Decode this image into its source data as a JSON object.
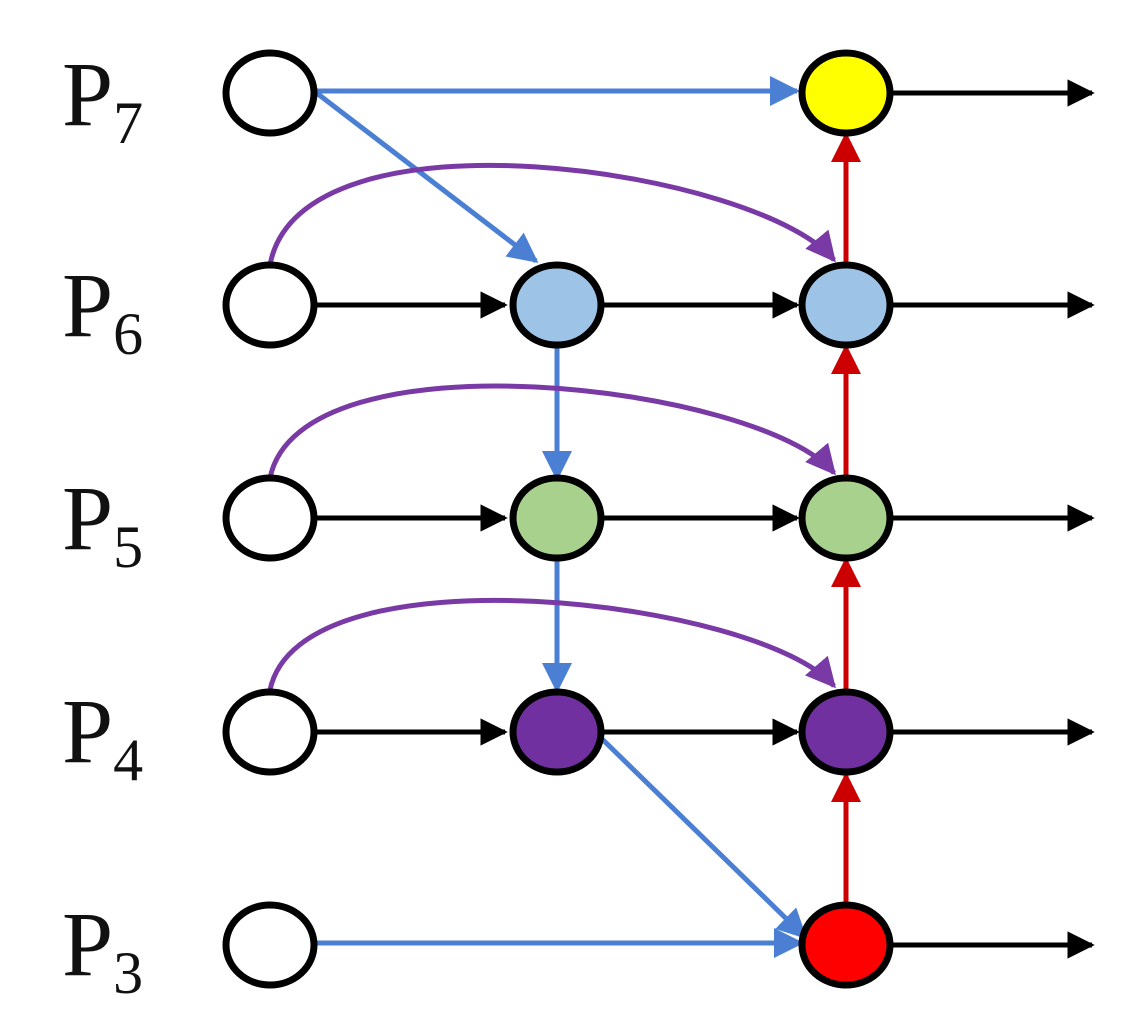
{
  "levels": [
    {
      "id": "P7",
      "main": "P",
      "sub": "7"
    },
    {
      "id": "P6",
      "main": "P",
      "sub": "6"
    },
    {
      "id": "P5",
      "main": "P",
      "sub": "5"
    },
    {
      "id": "P4",
      "main": "P",
      "sub": "4"
    },
    {
      "id": "P3",
      "main": "P",
      "sub": "3"
    }
  ],
  "colors": {
    "black": "#000000",
    "blue": "#4a7fd4",
    "purple": "#7a3aa6",
    "red": "#cc0000",
    "node_empty": "#ffffff",
    "node_yellow": "#ffff00",
    "node_lightblue": "#9dc3e6",
    "node_lightgreen": "#a9d18e",
    "node_purple": "#7030a0",
    "node_red": "#ff0000"
  }
}
